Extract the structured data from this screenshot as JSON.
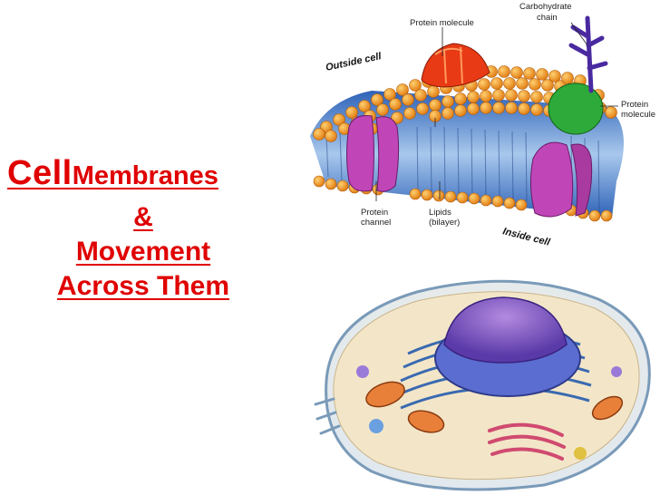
{
  "slide": {
    "title_word_cell": "Cell",
    "title_word_membranes": "Membranes",
    "title_amp": "&",
    "title_line3": "Movement",
    "title_line4": "Across Them"
  },
  "membrane_diagram": {
    "label_carbohydrate_chain_1": "Carbohydrate",
    "label_carbohydrate_chain_2": "chain",
    "label_protein_molecule_top": "Protein molecule",
    "label_outside_cell": "Outside cell",
    "label_protein_molecule_right_1": "Protein",
    "label_protein_molecule_right_2": "molecule",
    "label_protein_channel_1": "Protein",
    "label_protein_channel_2": "channel",
    "label_lipids_1": "Lipids",
    "label_lipids_2": "(bilayer)",
    "label_inside_cell": "Inside cell"
  },
  "colors": {
    "title_red": "#e00000",
    "lipid_head_orange": "#f5a020",
    "tail_blue": "#5a8fd0",
    "channel_magenta": "#c046b8",
    "protein_red": "#e83a14",
    "protein_green": "#2eaa3a",
    "carbohydrate_purple": "#4a2aa0"
  }
}
